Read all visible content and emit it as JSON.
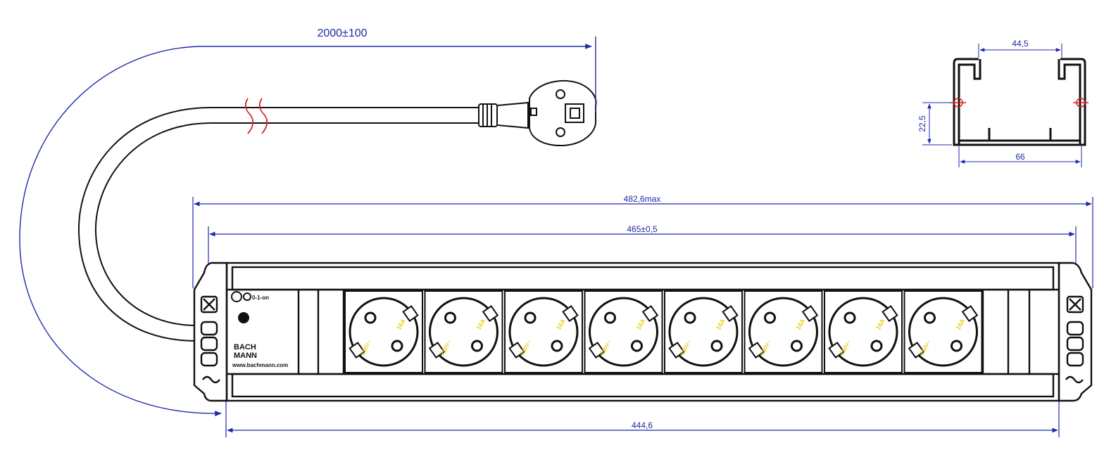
{
  "dimensions": {
    "cable_length": "2000±100",
    "profile_width_inner": "44,5",
    "profile_width_outer": "66",
    "profile_height": "22,5",
    "overall_width": "482,6max",
    "mount_spacing": "465±0,5",
    "body_width": "444,6"
  },
  "branding": {
    "brand_line1": "BACH",
    "brand_line2": "MANN",
    "website": "www.bachmann.com",
    "switch_label": "0-1-on"
  },
  "sockets": [
    {
      "rating_current": "16A",
      "rating_voltage": "250V~"
    },
    {
      "rating_current": "16A",
      "rating_voltage": "250V~"
    },
    {
      "rating_current": "16A",
      "rating_voltage": "250V~"
    },
    {
      "rating_current": "16A",
      "rating_voltage": "250V~"
    },
    {
      "rating_current": "16A",
      "rating_voltage": "250V~"
    },
    {
      "rating_current": "16A",
      "rating_voltage": "250V~"
    },
    {
      "rating_current": "16A",
      "rating_voltage": "250V~"
    },
    {
      "rating_current": "16A",
      "rating_voltage": "250V~"
    }
  ],
  "colors": {
    "dimension_line": "#1f2aa8",
    "outline": "#111111",
    "break_mark": "#d42020",
    "rating_text": "#e6d21a"
  }
}
